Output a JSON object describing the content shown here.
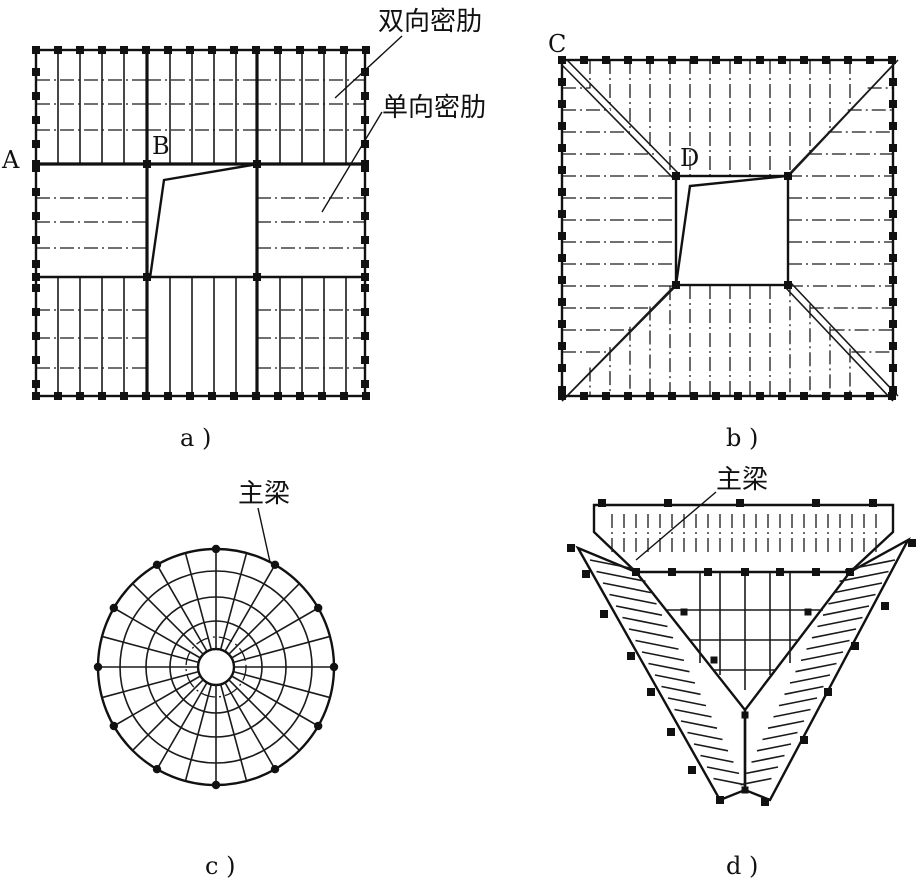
{
  "labels": {
    "two_way_ribs": "双向密肋",
    "one_way_ribs": "单向密肋",
    "main_beam_c": "主梁",
    "main_beam_d": "主梁",
    "point_a": "A",
    "point_b": "B",
    "point_c": "C",
    "point_d": "D"
  },
  "captions": {
    "a": "a )",
    "b": "b )",
    "c": "c )",
    "d": "d )"
  },
  "colors": {
    "ink": "#111111",
    "paper": "#ffffff"
  }
}
